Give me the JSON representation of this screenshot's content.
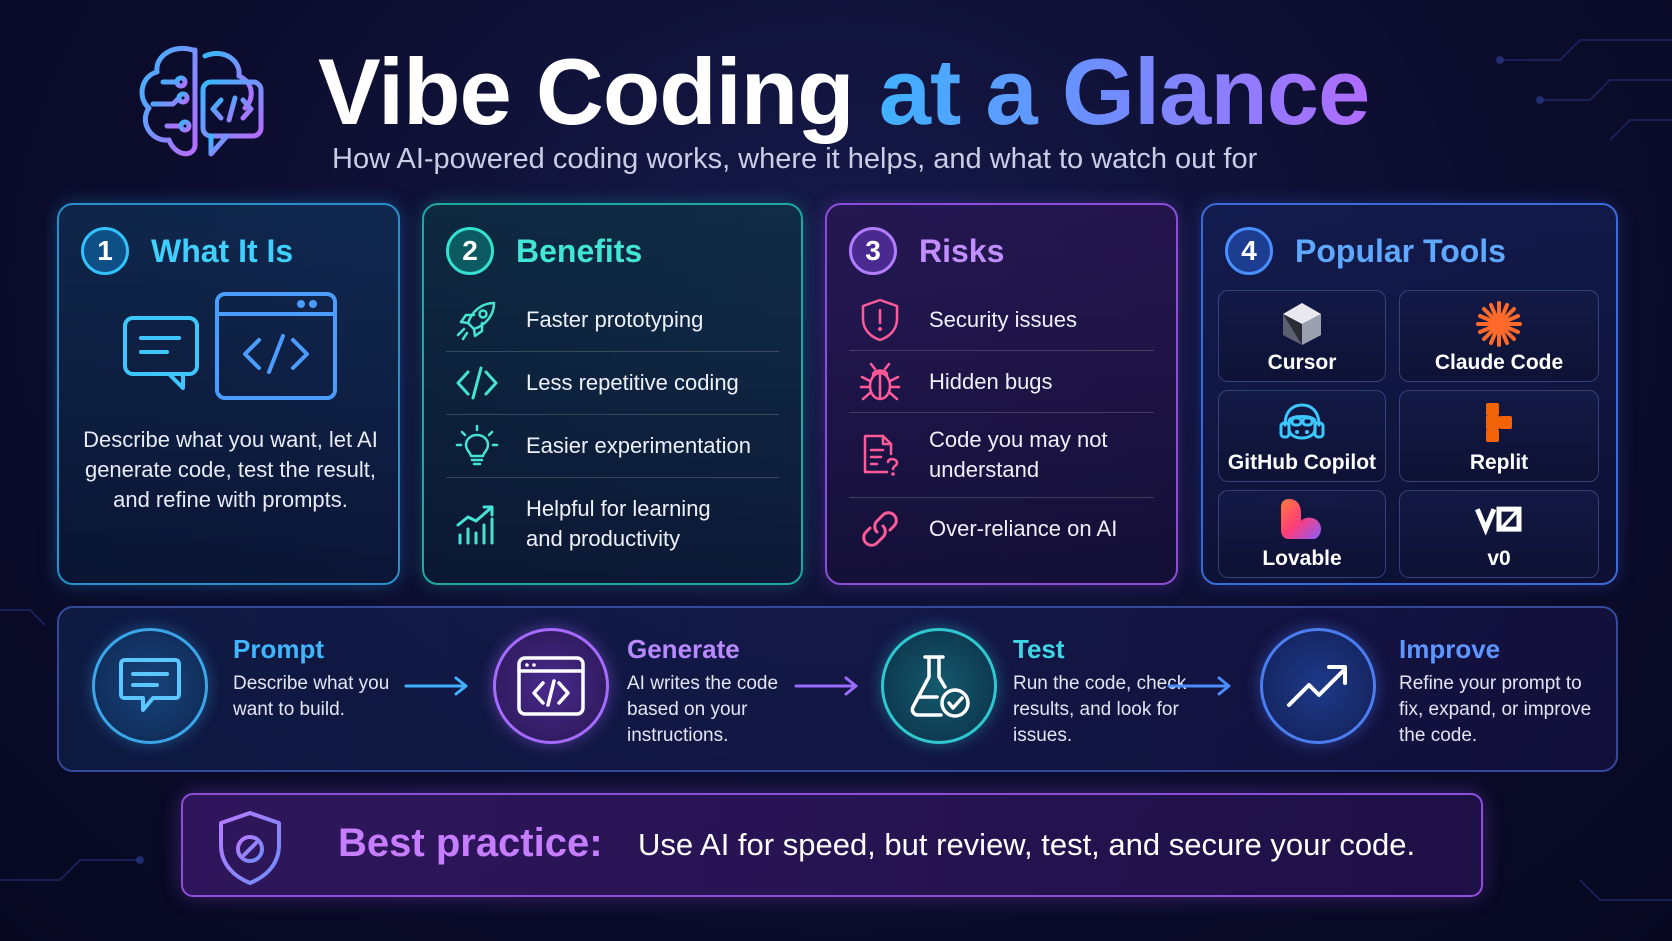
{
  "header": {
    "title_part1": "Vibe Coding",
    "title_part2": "at a Glance",
    "subtitle": "How AI-powered coding works, where it helps, and what to watch out for",
    "logo_icon": "brain-code-icon"
  },
  "sections": [
    {
      "number": "1",
      "title": "What It Is",
      "description": "Describe what you want, let AI generate code, test the result, and refine with prompts.",
      "illustration": "chat-code-window-icon"
    },
    {
      "number": "2",
      "title": "Benefits",
      "items": [
        {
          "icon": "rocket-icon",
          "text": "Faster prototyping"
        },
        {
          "icon": "code-icon",
          "text": "Less repetitive coding"
        },
        {
          "icon": "lightbulb-icon",
          "text": "Easier experimentation"
        },
        {
          "icon": "chart-growth-icon",
          "text": "Helpful for learning and productivity"
        }
      ]
    },
    {
      "number": "3",
      "title": "Risks",
      "items": [
        {
          "icon": "shield-alert-icon",
          "text": "Security issues"
        },
        {
          "icon": "bug-icon",
          "text": "Hidden bugs"
        },
        {
          "icon": "document-question-icon",
          "text": "Code you may not understand"
        },
        {
          "icon": "link-icon",
          "text": "Over-reliance on AI"
        }
      ]
    },
    {
      "number": "4",
      "title": "Popular Tools",
      "tools": [
        {
          "icon": "cursor-cube-icon",
          "name": "Cursor"
        },
        {
          "icon": "claude-star-icon",
          "name": "Claude Code"
        },
        {
          "icon": "copilot-icon",
          "name": "GitHub Copilot"
        },
        {
          "icon": "replit-icon",
          "name": "Replit"
        },
        {
          "icon": "lovable-heart-icon",
          "name": "Lovable"
        },
        {
          "icon": "v0-icon",
          "name": "v0"
        }
      ]
    }
  ],
  "flow": [
    {
      "icon": "chat-icon",
      "title": "Prompt",
      "description": "Describe what you want to build."
    },
    {
      "icon": "code-window-icon",
      "title": "Generate",
      "description": "AI writes the code based on your instructions."
    },
    {
      "icon": "flask-check-icon",
      "title": "Test",
      "description": "Run the code, check results, and look for issues."
    },
    {
      "icon": "trend-up-icon",
      "title": "Improve",
      "description": "Refine your prompt to fix, expand, or improve the code."
    }
  ],
  "best_practice": {
    "label": "Best practice:",
    "text": "Use AI for speed, but review, test, and secure your code.",
    "icon": "shield-check-icon"
  },
  "colors": {
    "cyan": "#3fd0ff",
    "teal": "#41e6d6",
    "purple": "#c28dff",
    "blue": "#5ea9ff",
    "background": "#0c0d2e"
  }
}
